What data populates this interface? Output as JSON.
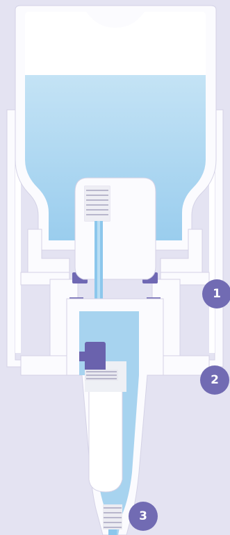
{
  "colors": {
    "background": "#e4e3f2",
    "housing": "#fbfbfe",
    "housing_stroke": "#cfcde3",
    "liquid": "#a9d5ef",
    "liquid_dark": "#7fbfe6",
    "seal": "#6e66b2",
    "spring": "#e7e7ee",
    "badge": "#716bb3"
  },
  "callouts": [
    {
      "label": "1"
    },
    {
      "label": "2"
    },
    {
      "label": "3"
    }
  ]
}
